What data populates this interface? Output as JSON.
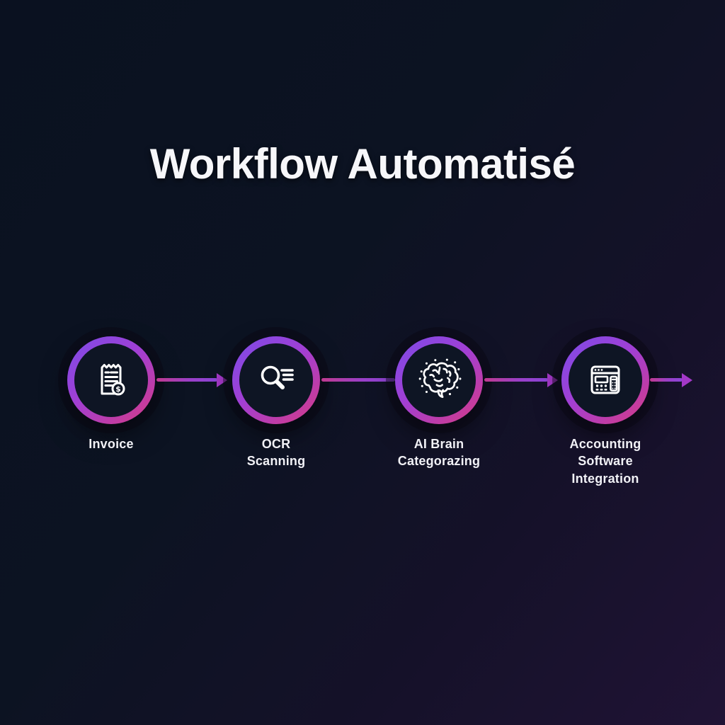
{
  "title": "Workflow Automatisé",
  "theme": {
    "background_top": "#0a1120",
    "background_bottom": "#201335",
    "ring_gradient_start": "#7b4ce8",
    "ring_gradient_end": "#d63a84",
    "arrow_gradient_start": "#c03a90",
    "arrow_gradient_end": "#8b45d8",
    "arrowhead_color": "#a438c8",
    "icon_color": "#ffffff",
    "text_color": "#f1f1f6"
  },
  "steps": [
    {
      "id": "invoice",
      "label": "Invoice",
      "icon": "invoice-receipt-icon"
    },
    {
      "id": "ocr-scanning",
      "label": "OCR\nScanning",
      "icon": "ocr-magnifier-icon"
    },
    {
      "id": "ai-brain",
      "label": "AI Brain\nCategorazing",
      "icon": "ai-brain-icon"
    },
    {
      "id": "accounting",
      "label": "Accounting\nSoftware\nIntegration",
      "icon": "accounting-software-icon"
    }
  ],
  "arrows": [
    {
      "from": "invoice",
      "to": "ocr-scanning",
      "has_head": true
    },
    {
      "from": "ocr-scanning",
      "to": "ai-brain",
      "has_head": false
    },
    {
      "from": "ai-brain",
      "to": "accounting",
      "has_head": true
    },
    {
      "from": "accounting",
      "to": "offscreen-right",
      "has_head": true
    }
  ]
}
